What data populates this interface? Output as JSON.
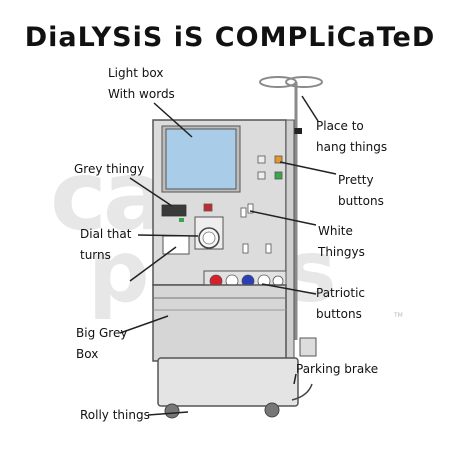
{
  "title": "DiaLYSiS iS COMPLiCaTeD",
  "watermark": {
    "line1": "cafe",
    "line2": "press",
    "tm": "TM"
  },
  "labels": {
    "light_box": [
      "Light box",
      "With words"
    ],
    "grey_thingy": [
      "Grey thingy"
    ],
    "dial": [
      "Dial that",
      "turns"
    ],
    "big_grey_box": [
      "Big Grey",
      "Box"
    ],
    "rolly_things": [
      "Rolly things"
    ],
    "place_to_hang": [
      "Place to",
      "hang things"
    ],
    "pretty_buttons": [
      "Pretty",
      "buttons"
    ],
    "white_thingys": [
      "White",
      "Thingys"
    ],
    "patriotic_buttons": [
      "Patriotic",
      "buttons"
    ],
    "parking_brake": [
      "Parking brake"
    ]
  },
  "colors": {
    "screen": "#a9cde8",
    "body": "#dcdcdc",
    "orange": "#e8962c",
    "green": "#39a84a",
    "red": "#d8202c",
    "blue": "#2a3fb8"
  }
}
